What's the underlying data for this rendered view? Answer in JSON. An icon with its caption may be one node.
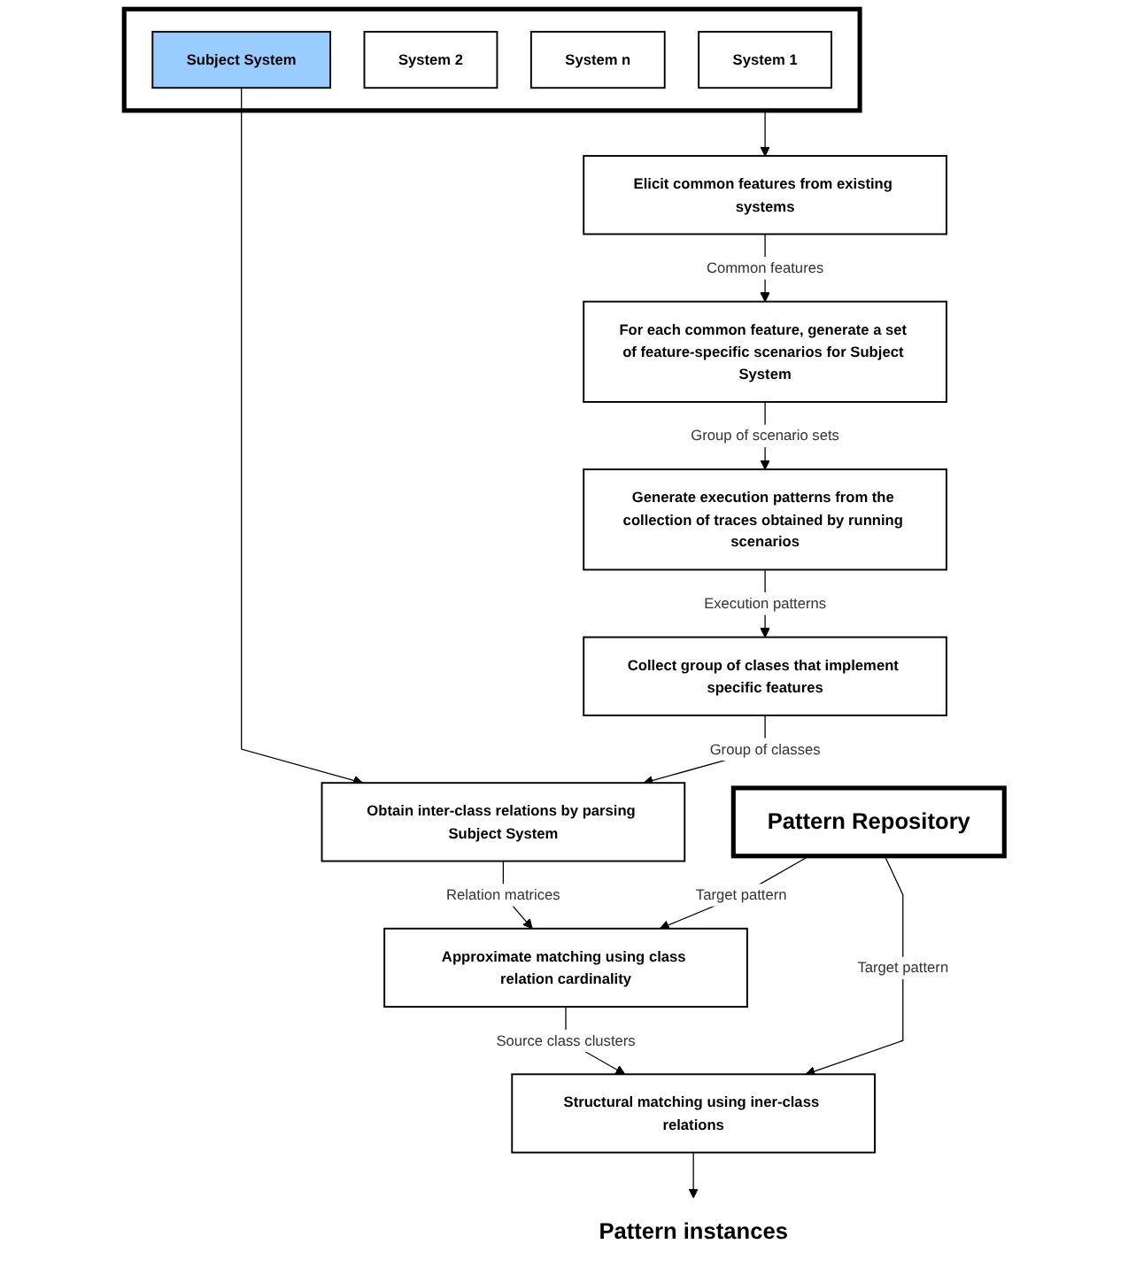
{
  "diagram": {
    "nodes": [
      {
        "text": [],
        "shape": "box"
      },
      {
        "text": [
          "System 1"
        ],
        "in": 0
      },
      {
        "text": [
          "System 2"
        ],
        "in": 0
      },
      {
        "text": [
          "System n"
        ],
        "in": 0
      },
      {
        "text": [
          "Subject System"
        ],
        "in": 0
      },
      {
        "text": [
          "Obtain inter-class relations by parsing Subject System"
        ]
      },
      {
        "text": [
          "Elicit common features from existing systems"
        ]
      },
      {
        "text": [
          "Pattern Repository"
        ]
      },
      {
        "text": [
          "For each common feature, generate a set of feature-specific scenarios for Subject System"
        ]
      },
      {
        "text": [
          "Approximate matching using class relation cardinality"
        ]
      },
      {
        "text": [
          "Structural matching using iner-class relations"
        ]
      },
      {
        "text": [
          "Generate execution patterns from the collection of traces obtained by running scenarios"
        ]
      },
      {
        "text": [
          "Collect group of clases that implement specific features"
        ]
      },
      {
        "text": [
          "Pattern instances"
        ]
      }
    ],
    "edges": [
      {
        "from": 4,
        "to": 5,
        "arrow": "to"
      },
      {
        "from": 0,
        "to": 6,
        "arrow": "to"
      },
      {
        "from": 6,
        "to": 8,
        "arrow": "to",
        "label": "Common features"
      },
      {
        "from": 8,
        "to": 11,
        "arrow": "to",
        "label": "Group of scenario sets"
      },
      {
        "from": 11,
        "to": 12,
        "arrow": "to",
        "label": "Execution patterns"
      },
      {
        "from": 12,
        "to": 5,
        "arrow": "to",
        "label": "Group of classes"
      },
      {
        "from": 5,
        "to": 9,
        "arrow": "to",
        "label": "Relation matrices"
      },
      {
        "from": 7,
        "to": 9,
        "arrow": "to",
        "label": "Target pattern"
      },
      {
        "from": 9,
        "to": 10,
        "arrow": "to",
        "label": "Source class clusters"
      },
      {
        "from": 7,
        "to": 10,
        "arrow": "to",
        "label": "Target pattern"
      },
      {
        "from": 10,
        "to": 13,
        "arrow": "to"
      }
    ]
  }
}
